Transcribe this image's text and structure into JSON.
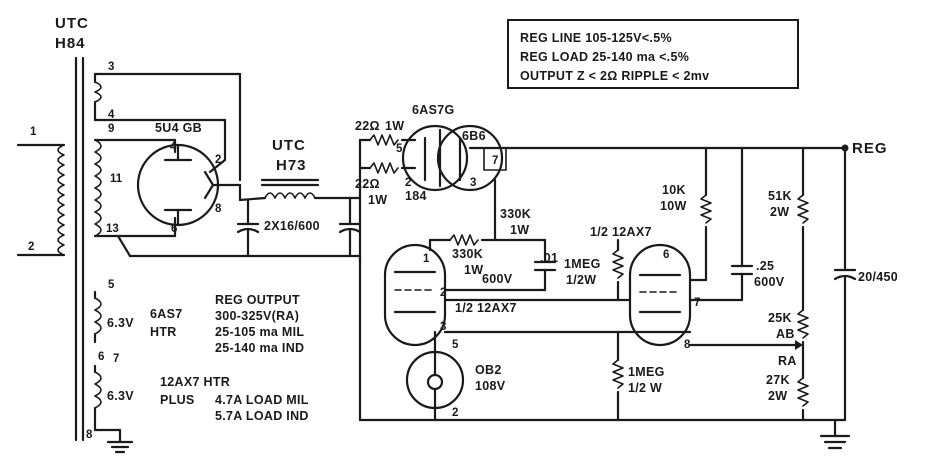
{
  "specs": {
    "line1": "REG LINE 105-125V<.5%",
    "line2": "REG LOAD 25-140 ma <.5%",
    "line3": "OUTPUT Z < 2Ω RIPPLE < 2mv"
  },
  "transformer_power": {
    "brand": "UTC",
    "model": "H84"
  },
  "choke": {
    "brand": "UTC",
    "model": "H73"
  },
  "pins": {
    "p1": "1",
    "p2": "2",
    "p3": "3",
    "p4": "4",
    "p9": "9",
    "p11": "11",
    "p13": "13",
    "p5": "5",
    "p6": "6",
    "p7": "7",
    "p8": "8",
    "rect_4": "4",
    "rect_2": "2",
    "rect_8": "8",
    "rect_6": "6",
    "reg_5": "5",
    "reg_2": "2",
    "reg_3": "3",
    "reg_7": "7",
    "amp_1": "1",
    "amp_2": "2",
    "amp_3": "3",
    "amp_6": "6",
    "amp_7": "7",
    "amp_8": "8",
    "vr_5": "5",
    "vr_2": "2"
  },
  "tubes": {
    "rectifier": "5U4 GB",
    "regulator": "6AS7G",
    "regulator_half_a": "6B6",
    "regulator_half_b": "184",
    "amplifier_top": "1/2 12AX7",
    "amplifier_bottom": "1/2 12AX7",
    "reference_type": "OB2",
    "reference_voltage": "108V"
  },
  "components": {
    "filter_cap": "2X16/600",
    "r_grid_a_value": "22Ω",
    "r_grid_a_watt": "1W",
    "r_grid_b_value": "22Ω",
    "r_grid_b_watt": "1W",
    "r_330k_a_value": "330K",
    "r_330k_a_watt": "1W",
    "r_330k_b_value": "330K",
    "r_330k_b_watt": "1W",
    "cap_01_value": ".01",
    "cap_01_volt": "600V",
    "r_1meg_a_value": "1MEG",
    "r_1meg_a_watt": "1/2W",
    "r_10k_value": "10K",
    "r_10k_watt": "10W",
    "cap_25_value": ".25",
    "cap_25_volt": "600V",
    "r_51k_value": "51K",
    "r_51k_watt": "2W",
    "r_25k_value": "25K",
    "r_25k_type": "AB",
    "ra_label": "RA",
    "r_27k_value": "27K",
    "r_27k_watt": "2W",
    "cap_out": "20/450",
    "r_1meg_b_value": "1MEG",
    "r_1meg_b_watt": "1/2 W"
  },
  "output_label": "REG",
  "heaters": {
    "w1_volt": "6.3V",
    "w1_desc_a": "6AS7",
    "w1_desc_b": "HTR",
    "w2_volt": "6.3V",
    "w2_desc_a": "12AX7 HTR",
    "w2_desc_b": "PLUS",
    "load_mil": "4.7A  LOAD MIL",
    "load_ind": "5.7A  LOAD IND"
  },
  "reg_output": {
    "title": "REG OUTPUT",
    "line1": "300-325V(RA)",
    "line2": "25-105 ma MIL",
    "line3": "25-140 ma IND"
  }
}
